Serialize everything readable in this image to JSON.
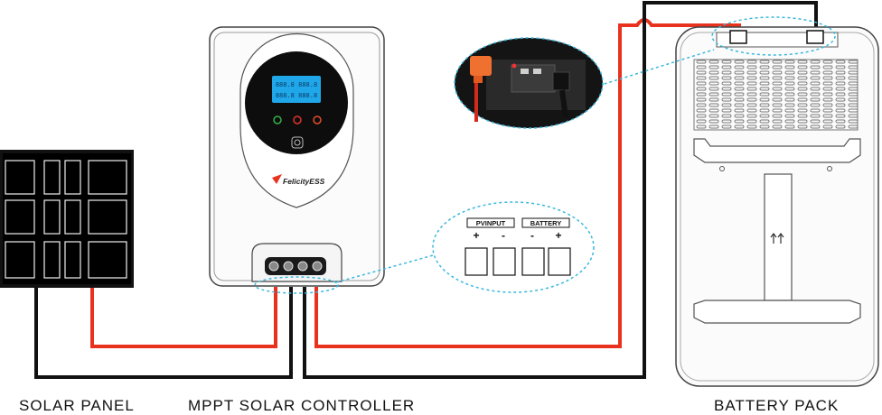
{
  "captions": {
    "solar_panel": "SOLAR PANEL",
    "controller": "MPPT SOLAR CONTROLLER",
    "battery": "BATTERY PACK"
  },
  "controller": {
    "brand": "FelicityESS",
    "lcd_top": "888.8 888.8",
    "lcd_bottom": "888.8 888.8"
  },
  "terminal_callout": {
    "pv_label": "PVINPUT",
    "bat_label": "BATTERY",
    "pv_signs": [
      "+",
      "-"
    ],
    "bat_signs": [
      "-",
      "+"
    ]
  },
  "colors": {
    "positive_wire": "#e8321e",
    "negative_wire": "#111111",
    "callout": "#39b8dd",
    "lcd": "#1fa7ea",
    "orange_terminal": "#f07030"
  },
  "icons": {
    "battery_arrows": "up-arrows-icon",
    "controller_button": "power-button-icon"
  }
}
